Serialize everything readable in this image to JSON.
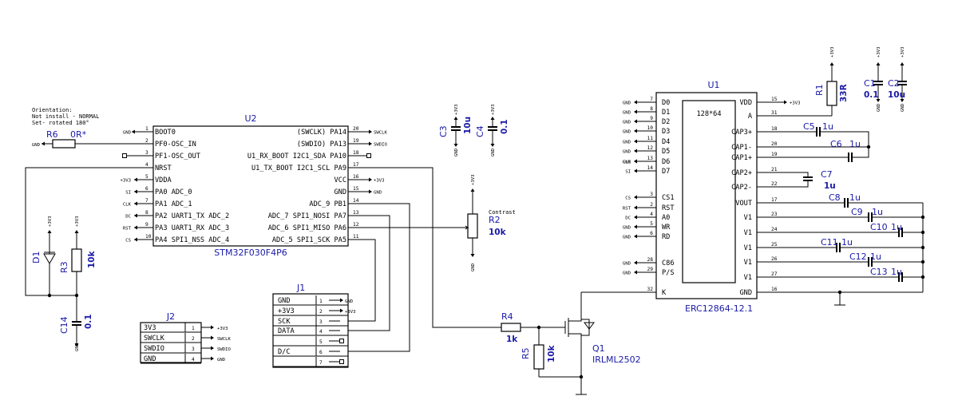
{
  "note": [
    "Orientation:",
    "Not install - NORMAL",
    "Set- rotated 180°"
  ],
  "nets": {
    "gnd": "GND",
    "v33": "+3V3",
    "swclk": "SWCLK",
    "swdio": "SWDIO",
    "cs": "CS",
    "rst": "RST",
    "dc": "DC",
    "clk": "CLK",
    "si": "SI"
  },
  "u2": {
    "ref": "U2",
    "value": "STM32F030F4P6",
    "left": [
      {
        "n": "1",
        "label": "BOOT0"
      },
      {
        "n": "2",
        "label": "PF0-OSC_IN"
      },
      {
        "n": "3",
        "label": "PF1-OSC_OUT"
      },
      {
        "n": "4",
        "label": "NRST"
      },
      {
        "n": "5",
        "label": "VDDA"
      },
      {
        "n": "6",
        "label": "PA0  ADC_0"
      },
      {
        "n": "7",
        "label": "PA1  ADC_1"
      },
      {
        "n": "8",
        "label": "PA2  UART1_TX  ADC_2"
      },
      {
        "n": "9",
        "label": "PA3  UART1_RX  ADC_3"
      },
      {
        "n": "10",
        "label": "PA4  SPI1_NSS  ADC_4"
      }
    ],
    "right": [
      {
        "n": "20",
        "label": "(SWCLK)  PA14"
      },
      {
        "n": "19",
        "label": "(SWDIO)  PA13"
      },
      {
        "n": "18",
        "label": "U1_RX_BOOT  I2C1_SDA  PA10"
      },
      {
        "n": "17",
        "label": "U1_TX_BOOT  I2C1_SCL  PA9"
      },
      {
        "n": "16",
        "label": "VCC"
      },
      {
        "n": "15",
        "label": "GND"
      },
      {
        "n": "14",
        "label": "ADC_9  PB1"
      },
      {
        "n": "13",
        "label": "ADC_7  SPI1_NOSI  PA7"
      },
      {
        "n": "12",
        "label": "ADC_6  SPI1_MISO  PA6"
      },
      {
        "n": "11",
        "label": "ADC_5  SPI1_SCK  PA5"
      }
    ]
  },
  "u1": {
    "ref": "U1",
    "value": "ERC12864-12.1",
    "display": "128*64",
    "left": [
      {
        "n": "7",
        "label": "D0"
      },
      {
        "n": "8",
        "label": "D1"
      },
      {
        "n": "9",
        "label": "D2"
      },
      {
        "n": "10",
        "label": "D3"
      },
      {
        "n": "11",
        "label": "D4"
      },
      {
        "n": "12",
        "label": "D5"
      },
      {
        "n": "13",
        "label": "D6"
      },
      {
        "n": "14",
        "label": "D7"
      },
      {
        "n": "3",
        "label": "CS1"
      },
      {
        "n": "2",
        "label": "RST"
      },
      {
        "n": "4",
        "label": "A0"
      },
      {
        "n": "5",
        "label": "WR"
      },
      {
        "n": "6",
        "label": "RD"
      },
      {
        "n": "28",
        "label": "C86"
      },
      {
        "n": "29",
        "label": "P/S"
      },
      {
        "n": "32",
        "label": "K"
      }
    ],
    "right": [
      {
        "n": "15",
        "label": "VDD"
      },
      {
        "n": "31",
        "label": "A"
      },
      {
        "n": "18",
        "label": "CAP3+"
      },
      {
        "n": "20",
        "label": "CAP1-"
      },
      {
        "n": "19",
        "label": "CAP1+"
      },
      {
        "n": "21",
        "label": "CAP2+"
      },
      {
        "n": "22",
        "label": "CAP2-"
      },
      {
        "n": "17",
        "label": "VOUT"
      },
      {
        "n": "23",
        "label": "V1"
      },
      {
        "n": "24",
        "label": "V1"
      },
      {
        "n": "25",
        "label": "V1"
      },
      {
        "n": "26",
        "label": "V1"
      },
      {
        "n": "27",
        "label": "V1"
      },
      {
        "n": "16",
        "label": "GND"
      }
    ]
  },
  "j1": {
    "ref": "J1",
    "pins": [
      {
        "n": "1",
        "label": "GND"
      },
      {
        "n": "2",
        "label": "+3V3"
      },
      {
        "n": "3",
        "label": "SCK"
      },
      {
        "n": "4",
        "label": "DATA"
      },
      {
        "n": "5",
        "label": ""
      },
      {
        "n": "6",
        "label": "D/C"
      },
      {
        "n": "7",
        "label": ""
      }
    ]
  },
  "j2": {
    "ref": "J2",
    "pins": [
      {
        "n": "1",
        "label": "3V3"
      },
      {
        "n": "2",
        "label": "SWCLK"
      },
      {
        "n": "3",
        "label": "SWDIO"
      },
      {
        "n": "4",
        "label": "GND"
      }
    ]
  },
  "parts": {
    "r6": {
      "ref": "R6",
      "value": "0R*"
    },
    "r3": {
      "ref": "R3",
      "value": "10k"
    },
    "d1": {
      "ref": "D1"
    },
    "c14": {
      "ref": "C14",
      "value": "0.1"
    },
    "c3": {
      "ref": "C3",
      "value": "10u"
    },
    "c4": {
      "ref": "C4",
      "value": "0.1"
    },
    "r2": {
      "ref": "R2",
      "value": "10k",
      "label": "Contrast"
    },
    "r4": {
      "ref": "R4",
      "value": "1k"
    },
    "r5": {
      "ref": "R5",
      "value": "10k"
    },
    "q1": {
      "ref": "Q1",
      "value": "IRLML2502"
    },
    "r1": {
      "ref": "R1",
      "value": "33R"
    },
    "c1": {
      "ref": "C1",
      "value": "0.1"
    },
    "c2": {
      "ref": "C2",
      "value": "10u"
    },
    "c5": {
      "ref": "C5",
      "value": "1u"
    },
    "c6": {
      "ref": "C6",
      "value": "1u"
    },
    "c7": {
      "ref": "C7",
      "value": "1u"
    },
    "c8": {
      "ref": "C8",
      "value": "1u"
    },
    "c9": {
      "ref": "C9",
      "value": "1u"
    },
    "c10": {
      "ref": "C10",
      "value": "1u"
    },
    "c11": {
      "ref": "C11",
      "value": "1u"
    },
    "c12": {
      "ref": "C12",
      "value": "1u"
    },
    "c13": {
      "ref": "C13",
      "value": "1u"
    }
  }
}
